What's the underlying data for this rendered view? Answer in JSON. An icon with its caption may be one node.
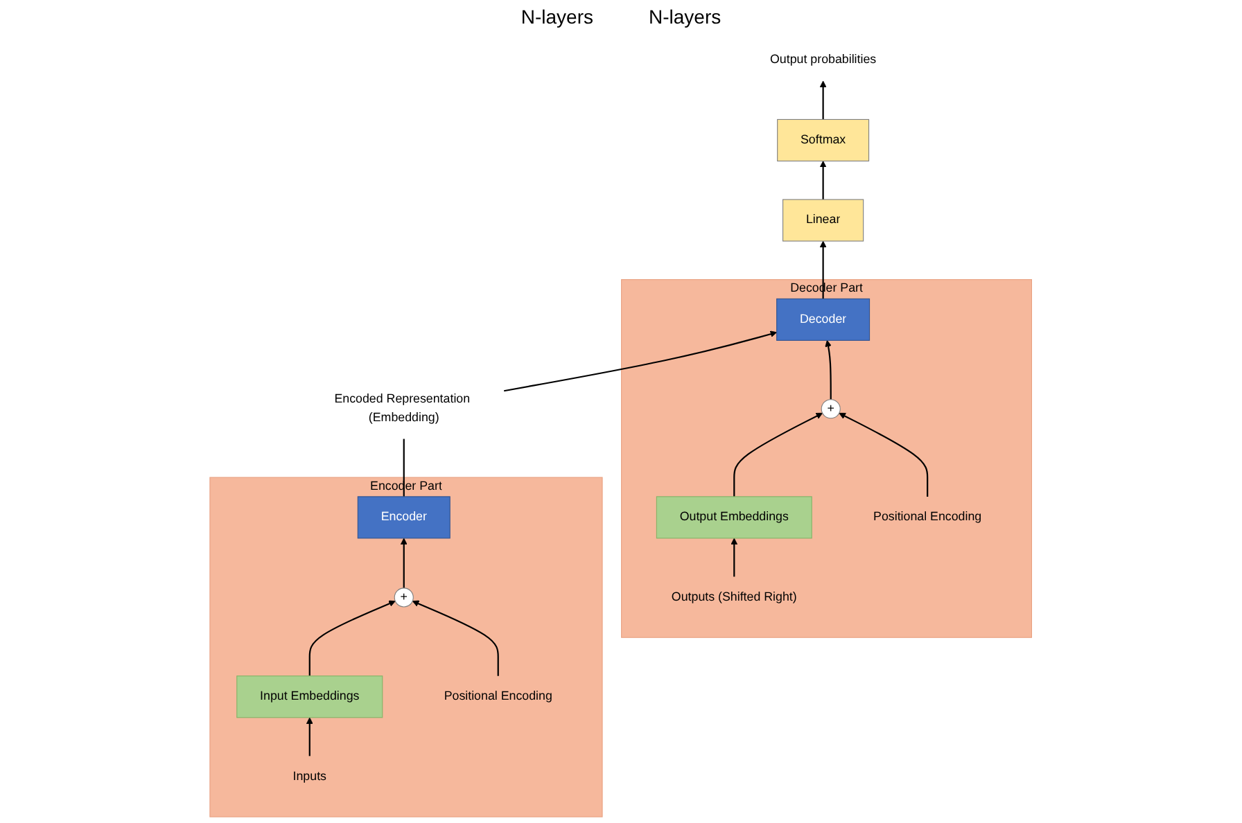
{
  "diagram": {
    "nodes": [
      {
        "text": [
          "Encoder Part"
        ]
      },
      {
        "text": [
          "Encoder"
        ],
        "in": 0
      },
      {
        "text": [
          "+"
        ],
        "in": 0
      },
      {
        "text": [
          "Positional Encoding"
        ],
        "in": 0
      },
      {
        "text": [
          "Input Embeddings"
        ],
        "in": 0
      },
      {
        "text": [
          "Inputs"
        ],
        "in": 0
      },
      {
        "text": [
          "Encoded Representation (Embedding)"
        ]
      },
      {
        "text": [
          "Decoder Part"
        ]
      },
      {
        "text": [
          "Decoder"
        ],
        "in": 7
      },
      {
        "text": [
          "+"
        ],
        "in": 7
      },
      {
        "text": [
          "Positional Encoding"
        ],
        "in": 7
      },
      {
        "text": [
          "Output Embeddings"
        ],
        "in": 7
      },
      {
        "text": [
          "Outputs (Shifted Right)"
        ],
        "in": 7
      },
      {
        "text": [
          "Linear"
        ]
      },
      {
        "text": [
          "Softmax"
        ]
      },
      {
        "text": [
          "Output probabilities"
        ]
      }
    ],
    "edges": [
      {
        "from": 5,
        "to": 4,
        "arrow": "to"
      },
      {
        "from": 4,
        "to": 2,
        "arrow": "to"
      },
      {
        "from": 3,
        "to": 2,
        "arrow": "to"
      },
      {
        "from": 2,
        "to": 1,
        "arrow": "to"
      },
      {
        "from": 1,
        "to": 6,
        "arrow": "none"
      },
      {
        "from": 6,
        "to": 8,
        "arrow": "to"
      },
      {
        "from": 12,
        "to": 11,
        "arrow": "to"
      },
      {
        "from": 11,
        "to": 9,
        "arrow": "to"
      },
      {
        "from": 10,
        "to": 9,
        "arrow": "to"
      },
      {
        "from": 9,
        "to": 8,
        "arrow": "to"
      },
      {
        "from": 8,
        "to": 13,
        "arrow": "to"
      },
      {
        "from": 13,
        "to": 14,
        "arrow": "to"
      },
      {
        "from": 14,
        "to": 15,
        "arrow": "to"
      }
    ],
    "labels": [
      "N-layers",
      "N-layers"
    ]
  }
}
